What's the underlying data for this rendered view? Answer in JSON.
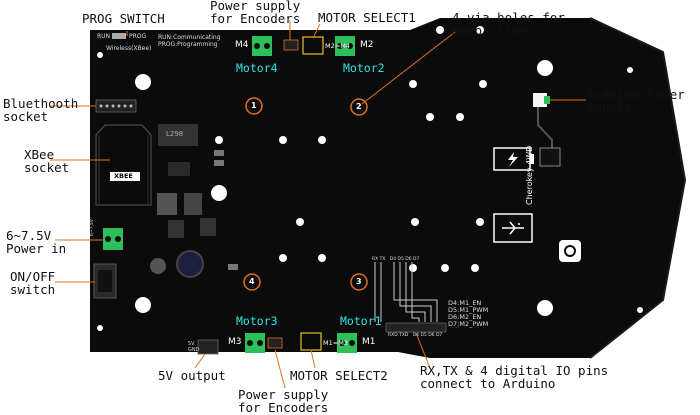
{
  "callouts": {
    "prog_switch": "PROG SWITCH",
    "power_supply_encoders_top": "Power supply\nfor Encoders",
    "motor_select1": "MOTOR SELECT1",
    "via_holes": "4 via holes for\nmotor lines",
    "bluetooth_socket": "Bluethooth\nsocket",
    "xbee_socket": "XBee\nsocket",
    "power_in": "6~7.5V\nPower in",
    "on_off_switch": "ON/OFF\nswitch",
    "arduino_power_supply": "Arduino Power\nSupply",
    "five_v_output": "5V output",
    "power_supply_encoders_bottom": "Power supply\nfor Encoders",
    "motor_select2": "MOTOR SELECT2",
    "digital_io": "RX,TX & 4 digital IO pins\nconnect to Arduino"
  },
  "motors": {
    "motor4": "Motor4",
    "motor2": "Motor2",
    "motor3": "Motor3",
    "motor1": "Motor1"
  },
  "silkscreen": {
    "m4": "M4",
    "m2": "M2",
    "m3": "M3",
    "m1": "M1",
    "m2_m4": "M2=M4",
    "m1_m3": "M1=M3",
    "prog": "PROG",
    "run": "RUN",
    "wireless_xbee": "Wireless(XBee)",
    "run_comm": "RUN:Communicating\nPROG:Programming",
    "l298": "L298",
    "xbee": "XBEE",
    "cherokey": "Cherokey 4WD",
    "pin_map": "D4:M1_EN\nD5:M1_PWM\nD6:M2_EN\nD7:M2_PWM",
    "header_top": "RX TX   D4 D5 D6 D7",
    "header_bottom": "RXD TXD   D4 D5 D6 D7",
    "five_v_gnd": "5V\nGND",
    "power_in_small": "6~7.5V"
  },
  "via_numbers": [
    "1",
    "2",
    "3",
    "4"
  ],
  "colors": {
    "board": "#0b0b0b",
    "motor_label": "#2ee6e6",
    "terminal": "#2fbf5a",
    "via_ring": "#e07020"
  }
}
